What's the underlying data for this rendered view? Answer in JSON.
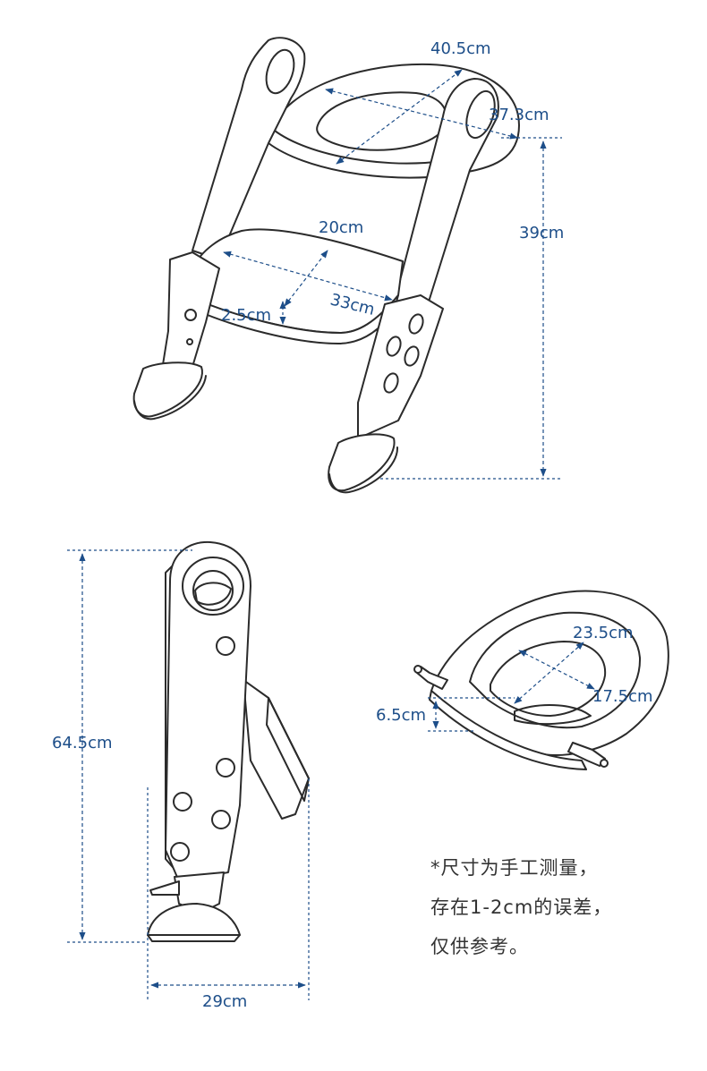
{
  "colors": {
    "dimension": "#1d4e89",
    "outline": "#2b2b2b",
    "note_text": "#333333",
    "background": "#ffffff"
  },
  "labels": {
    "seat_width": "40.5cm",
    "seat_depth": "37.3cm",
    "overall_height": "39cm",
    "step_depth": "20cm",
    "step_width": "33cm",
    "step_thickness": "2.5cm",
    "side_height": "64.5cm",
    "side_depth": "29cm",
    "pad_length": "23.5cm",
    "pad_width": "17.5cm",
    "pad_height": "6.5cm"
  },
  "note": {
    "line1": "*尺寸为手工测量，",
    "line2": "存在1-2cm的误差，",
    "line3": "仅供参考。"
  }
}
